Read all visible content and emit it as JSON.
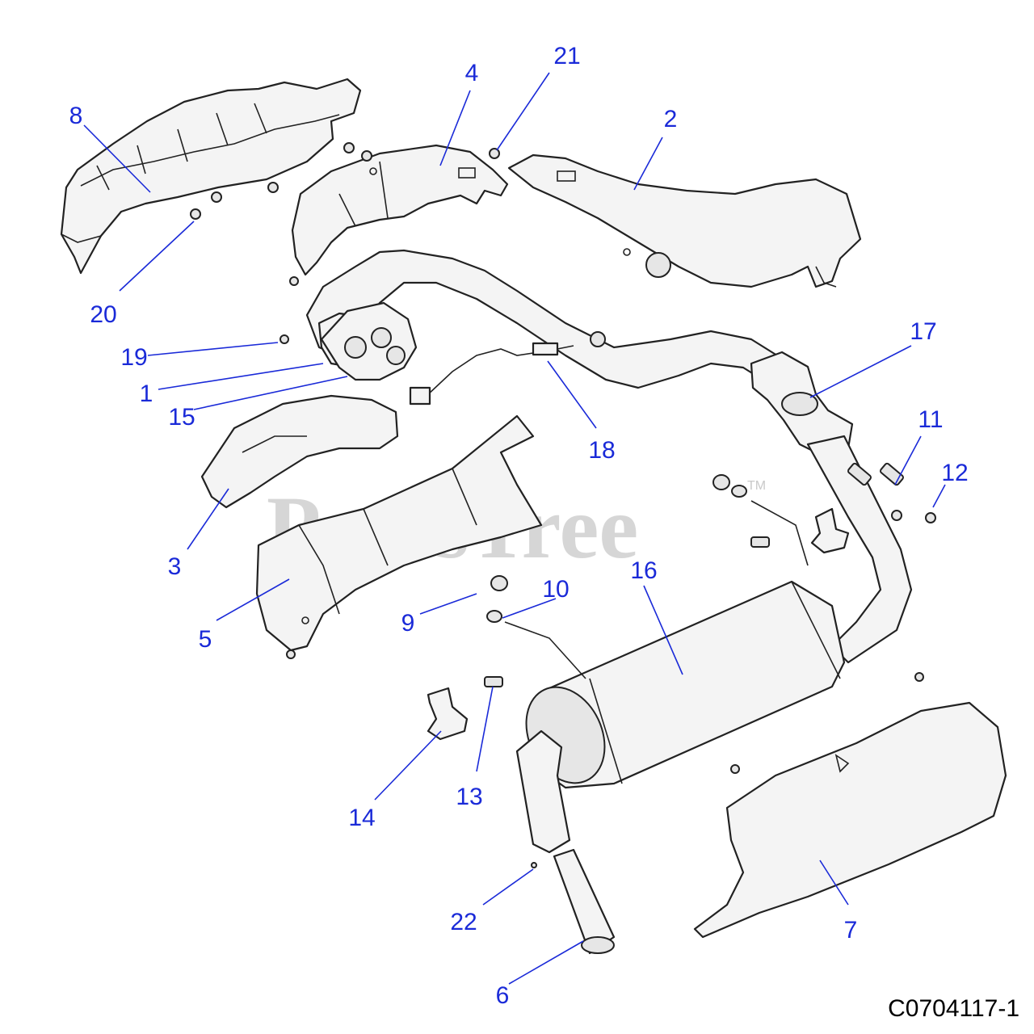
{
  "watermark": {
    "text": "PartsTree",
    "trademark": "TM"
  },
  "drawing_code": "C0704117-1",
  "colors": {
    "callout": "#1a2ad8",
    "line": "#222222",
    "part_fill": "#f4f4f4",
    "watermark": "#c9c9c9"
  },
  "callouts": [
    {
      "id": "c1",
      "label": "1"
    },
    {
      "id": "c2",
      "label": "2"
    },
    {
      "id": "c3",
      "label": "3"
    },
    {
      "id": "c4",
      "label": "4"
    },
    {
      "id": "c5",
      "label": "5"
    },
    {
      "id": "c6",
      "label": "6"
    },
    {
      "id": "c7",
      "label": "7"
    },
    {
      "id": "c8",
      "label": "8"
    },
    {
      "id": "c9",
      "label": "9"
    },
    {
      "id": "c10",
      "label": "10"
    },
    {
      "id": "c11",
      "label": "11"
    },
    {
      "id": "c12",
      "label": "12"
    },
    {
      "id": "c13",
      "label": "13"
    },
    {
      "id": "c14",
      "label": "14"
    },
    {
      "id": "c15",
      "label": "15"
    },
    {
      "id": "c16",
      "label": "16"
    },
    {
      "id": "c17",
      "label": "17"
    },
    {
      "id": "c18",
      "label": "18"
    },
    {
      "id": "c19",
      "label": "19"
    },
    {
      "id": "c20",
      "label": "20"
    },
    {
      "id": "c21",
      "label": "21"
    },
    {
      "id": "c22",
      "label": "22"
    }
  ]
}
